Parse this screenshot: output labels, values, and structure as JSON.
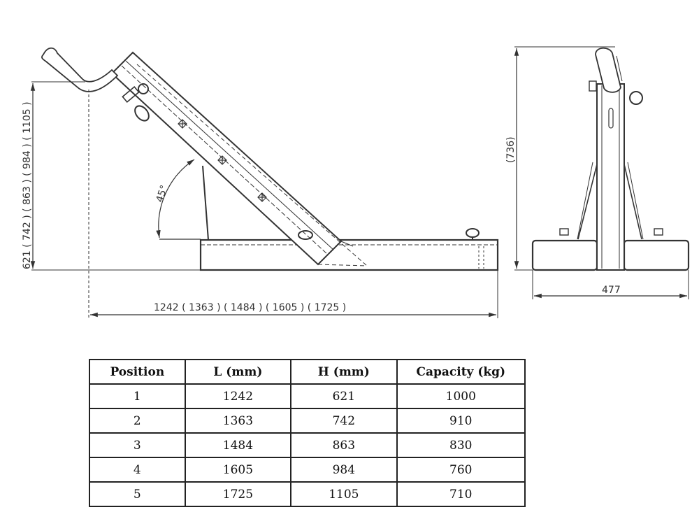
{
  "drawing": {
    "height_dimension_label": "621 ( 742 ) ( 863 ) ( 984 ) ( 1105 )",
    "length_dimension_label": "1242 ( 1363 )  ( 1484 )  ( 1605 )  ( 1725 )",
    "angle_label": "45°",
    "side_height_label": "(736)",
    "side_width_label": "477"
  },
  "table": {
    "headers": [
      "Position",
      "L (mm)",
      "H (mm)",
      "Capacity (kg)"
    ],
    "rows": [
      [
        "1",
        "1242",
        "621",
        "1000"
      ],
      [
        "2",
        "1363",
        "742",
        "910"
      ],
      [
        "3",
        "1484",
        "863",
        "830"
      ],
      [
        "4",
        "1605",
        "984",
        "760"
      ],
      [
        "5",
        "1725",
        "1105",
        "710"
      ]
    ]
  }
}
